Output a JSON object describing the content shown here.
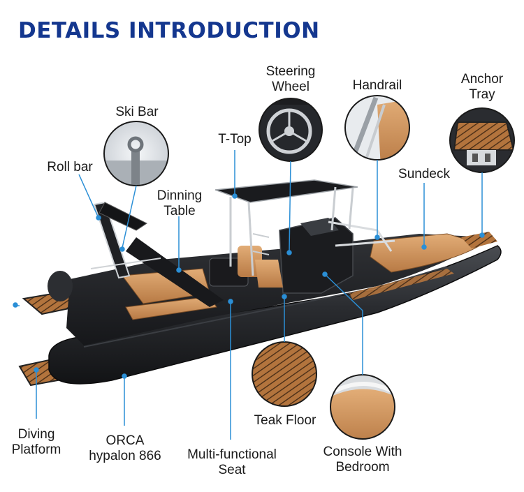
{
  "heading": "DETAILS INTRODUCTION",
  "accent_color": "#14378f",
  "line_color": "#2b8fd6",
  "labels": {
    "steering_wheel": [
      "Steering",
      "Wheel"
    ],
    "handrail": "Handrail",
    "anchor_tray": [
      "Anchor",
      "Tray"
    ],
    "ski_bar": "Ski Bar",
    "t_top": "T-Top",
    "roll_bar": "Roll bar",
    "dinning_table": [
      "Dinning",
      "Table"
    ],
    "sundeck": "Sundeck",
    "diving_platform": [
      "Diving",
      "Platform"
    ],
    "orca": [
      "ORCA",
      "hypalon 866"
    ],
    "multi_seat": [
      "Multi-functional",
      "Seat"
    ],
    "teak_floor": "Teak Floor",
    "console": [
      "Console With",
      "Bedroom"
    ]
  }
}
